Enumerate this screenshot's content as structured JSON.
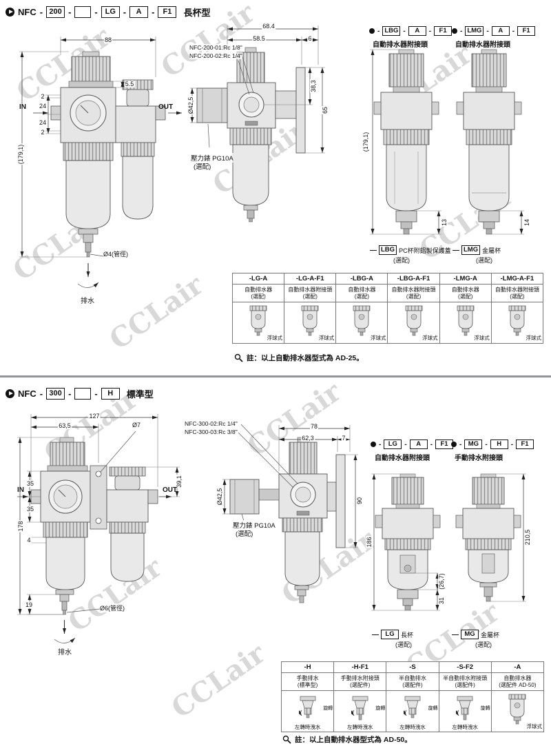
{
  "ui": {
    "sep": "-",
    "watermark": "CCLair"
  },
  "s1": {
    "model": "NFC",
    "codes": [
      "200",
      "",
      "LG",
      "A",
      "F1"
    ],
    "type_label": "長杯型",
    "drawing": {
      "dim_88": "88",
      "dim_55": "5.5",
      "chain": [
        "2",
        "24",
        "24",
        "2"
      ],
      "h_left": "(179,1)",
      "in": "IN",
      "out": "OUT",
      "pipe": "Ø4(管徑)",
      "drain": "排水",
      "dim_684": "68.4",
      "dim_585": "58.5",
      "dim_6": "6",
      "port1": "NFC-200-01:Rc 1/8\"",
      "port2": "NFC-200-02:Rc 1/4\"",
      "dia_gauge": "Ø42,5",
      "dim_383": "38,3",
      "dim_65": "65",
      "gauge_label": "壓力錶 PG10A",
      "gauge_opt": "(選配)",
      "h_right": "(179,1)",
      "dim_13": "13",
      "dim_14": "14"
    },
    "variant_a": {
      "codes": [
        "LBG",
        "A",
        "F1"
      ],
      "sub": "自動排水器附接頭",
      "note_code": "LBG",
      "note_text": "PC杯附鋁製保護蓋",
      "note_opt": "(選配)"
    },
    "variant_b": {
      "codes": [
        "LMG",
        "A",
        "F1"
      ],
      "sub": "自動排水器附接頭",
      "note_code": "LMG",
      "note_text": "金屬杯",
      "note_opt": "(選配)"
    },
    "table": {
      "cols": [
        {
          "h": "-LG-A",
          "d1": "自動排水器",
          "d2": "(選配)",
          "cap": "浮球式"
        },
        {
          "h": "-LG-A-F1",
          "d1": "自動排水器附接頭",
          "d2": "(選配)",
          "cap": "浮球式"
        },
        {
          "h": "-LBG-A",
          "d1": "自動排水器",
          "d2": "(選配)",
          "cap": "浮球式"
        },
        {
          "h": "-LBG-A-F1",
          "d1": "自動排水器附接頭",
          "d2": "(選配)",
          "cap": "浮球式"
        },
        {
          "h": "-LMG-A",
          "d1": "自動排水器",
          "d2": "(選配)",
          "cap": "浮球式"
        },
        {
          "h": "-LMG-A-F1",
          "d1": "自動排水器附接頭",
          "d2": "(選配)",
          "cap": "浮球式"
        }
      ]
    },
    "note": "註：以上自動排水器型式為 AD-25。"
  },
  "s2": {
    "model": "NFC",
    "codes": [
      "300",
      "",
      "H"
    ],
    "type_label": "標準型",
    "drawing": {
      "dim_127": "127",
      "dim_635": "63,5",
      "dia_7": "Ø7",
      "dim_35a": "35",
      "dim_35b": "35",
      "dim_178": "178",
      "dim_4": "4",
      "dim_19": "19",
      "dim_391": "39,1",
      "in": "IN",
      "out": "OUT",
      "pipe": "Ø6(管徑)",
      "drain": "排水",
      "port1": "NFC-300-02:Rc 1/4\"",
      "port2": "NFC-300-03:Rc 3/8\"",
      "dim_78": "78",
      "dim_623": "62,3",
      "dim_7": "7",
      "dia_gauge": "Ø42,5",
      "dim_90": "90",
      "gauge_label": "壓力錶 PG10A",
      "gauge_opt": "(選配)",
      "dim_186": "186",
      "dim_2105": "210,5",
      "dim_267": "(26,7)",
      "dim_31": "31"
    },
    "variant_a": {
      "codes": [
        "LG",
        "A",
        "F1"
      ],
      "sub": "自動排水器附接頭",
      "note_code": "LG",
      "note_text": "長杯",
      "note_opt": "(選配)"
    },
    "variant_b": {
      "codes": [
        "MG",
        "H",
        "F1"
      ],
      "sub": "手動排水附接頭",
      "note_code": "MG",
      "note_text": "金屬杯",
      "note_opt": "(選配)"
    },
    "table": {
      "cols": [
        {
          "h": "-H",
          "d1": "手動排水",
          "d2": "(標準型)",
          "side": "旋轉",
          "cap": "左轉時洩水"
        },
        {
          "h": "-H-F1",
          "d1": "手動排水附接頭",
          "d2": "(選配件)",
          "side": "旋轉",
          "cap": "左轉時洩水"
        },
        {
          "h": "-S",
          "d1": "半自動排水",
          "d2": "(選配件)",
          "side": "旋轉",
          "cap": "左轉時洩水"
        },
        {
          "h": "-S-F2",
          "d1": "半自動排水附接頭",
          "d2": "(選配件)",
          "side": "旋轉",
          "cap": "左轉時洩水"
        },
        {
          "h": "-A",
          "d1": "自動排水器",
          "d2": "(選配件 AD-50)",
          "side": "",
          "cap": "浮球式"
        }
      ]
    },
    "note": "註：以上自動排水器型式為 AD-50。"
  }
}
